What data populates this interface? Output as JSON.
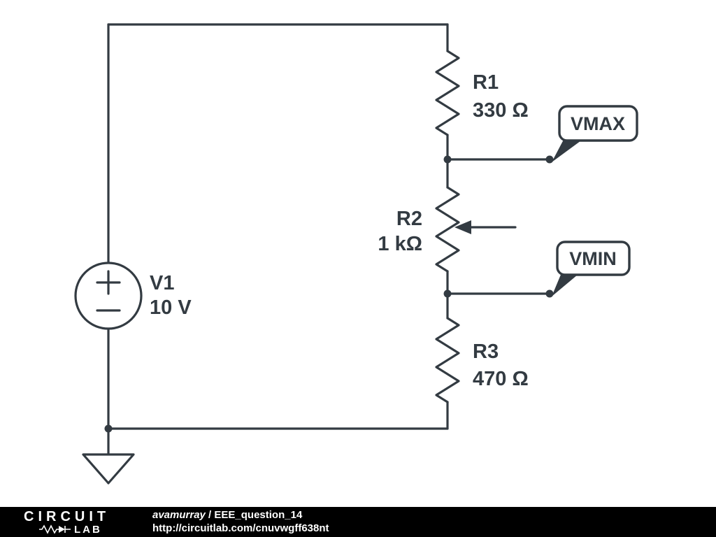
{
  "colors": {
    "stroke": "#333b42",
    "footer_bg": "#000000",
    "footer_text": "#ffffff"
  },
  "schematic": {
    "source": {
      "name": "V1",
      "value": "10 V"
    },
    "resistors": [
      {
        "name": "R1",
        "value": "330 Ω"
      },
      {
        "name": "R2",
        "value": "1 kΩ"
      },
      {
        "name": "R3",
        "value": "470 Ω"
      }
    ],
    "flags": {
      "vmax": "VMAX",
      "vmin": "VMIN"
    }
  },
  "footer": {
    "logo_line1": "CIRCUIT",
    "logo_line2": "LAB",
    "author": "avamurray",
    "separator": " / ",
    "project": "EEE_question_14",
    "url": "http://circuitlab.com/cnuvwgff638nt"
  }
}
